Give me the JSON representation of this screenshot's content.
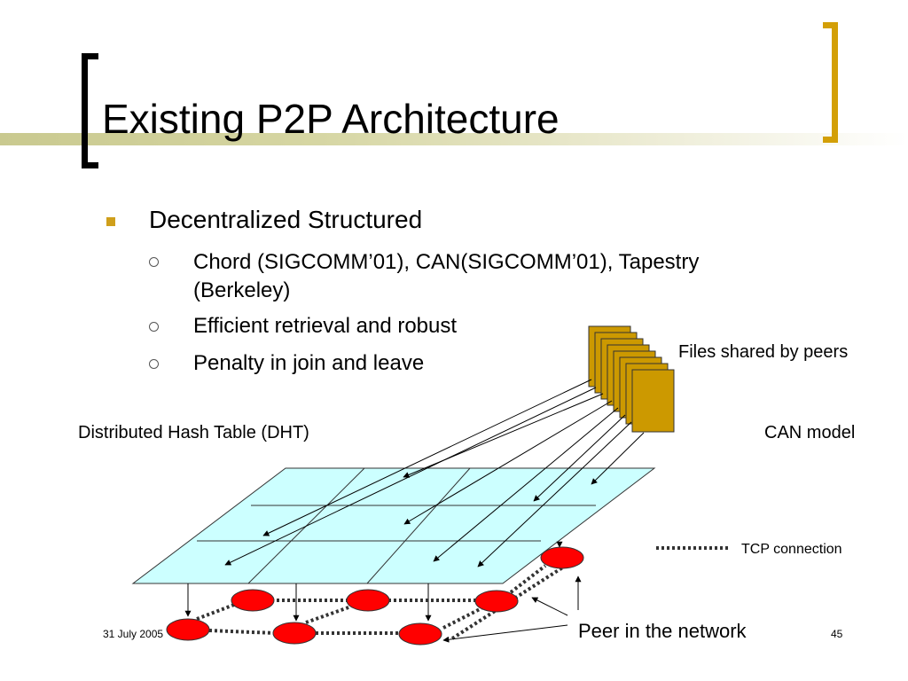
{
  "slide": {
    "title": "Existing P2P Architecture",
    "bullet": "Decentralized Structured",
    "sub_bullets": [
      "Chord (SIGCOMM’01), CAN(SIGCOMM’01), Tapestry",
      "(Berkeley)",
      "Efficient retrieval and robust",
      "Penalty in join and leave"
    ]
  },
  "diagram": {
    "files_label": "Files shared by peers",
    "dht_label": "Distributed Hash Table (DHT)",
    "can_label": "CAN model",
    "tcp_label": "TCP connection",
    "peer_label": "Peer in the network"
  },
  "footer": {
    "date": "31 July 2005",
    "page": "45"
  },
  "colors": {
    "plane_fill": "#ccffff",
    "peer_fill": "#ff0000",
    "file_fill": "#cc9900",
    "accent_bracket": "#d39f07",
    "bullet": "#cf9f1b"
  }
}
